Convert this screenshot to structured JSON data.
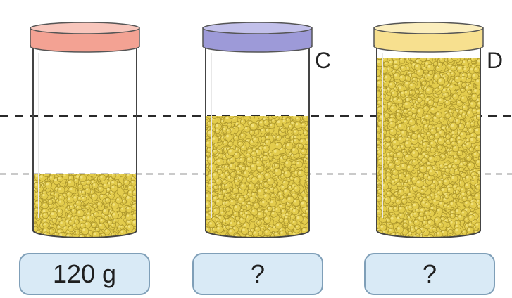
{
  "jars": [
    {
      "letter": "",
      "label": "120 g",
      "lid_color": "#f3a293",
      "lid_color_light": "#f8c6bc",
      "fill_level": 0.3
    },
    {
      "letter": "C",
      "label": "?",
      "lid_color": "#9d9ad8",
      "lid_color_light": "#c2c0ea",
      "fill_level": 0.6
    },
    {
      "letter": "D",
      "label": "?",
      "lid_color": "#f7e08f",
      "lid_color_light": "#fbeebd",
      "fill_level": 0.9
    }
  ],
  "colors": {
    "grain": "#e3cc4c",
    "grain_edge": "#a8922a",
    "grain_highlight": "#f4e68a",
    "dash_line": "#2a2a2a",
    "label_bg": "#d9eaf6",
    "label_border": "#7f9fb8"
  },
  "guide_lines": [
    {
      "style": "thick-dashed"
    },
    {
      "style": "thin-dashed"
    }
  ]
}
